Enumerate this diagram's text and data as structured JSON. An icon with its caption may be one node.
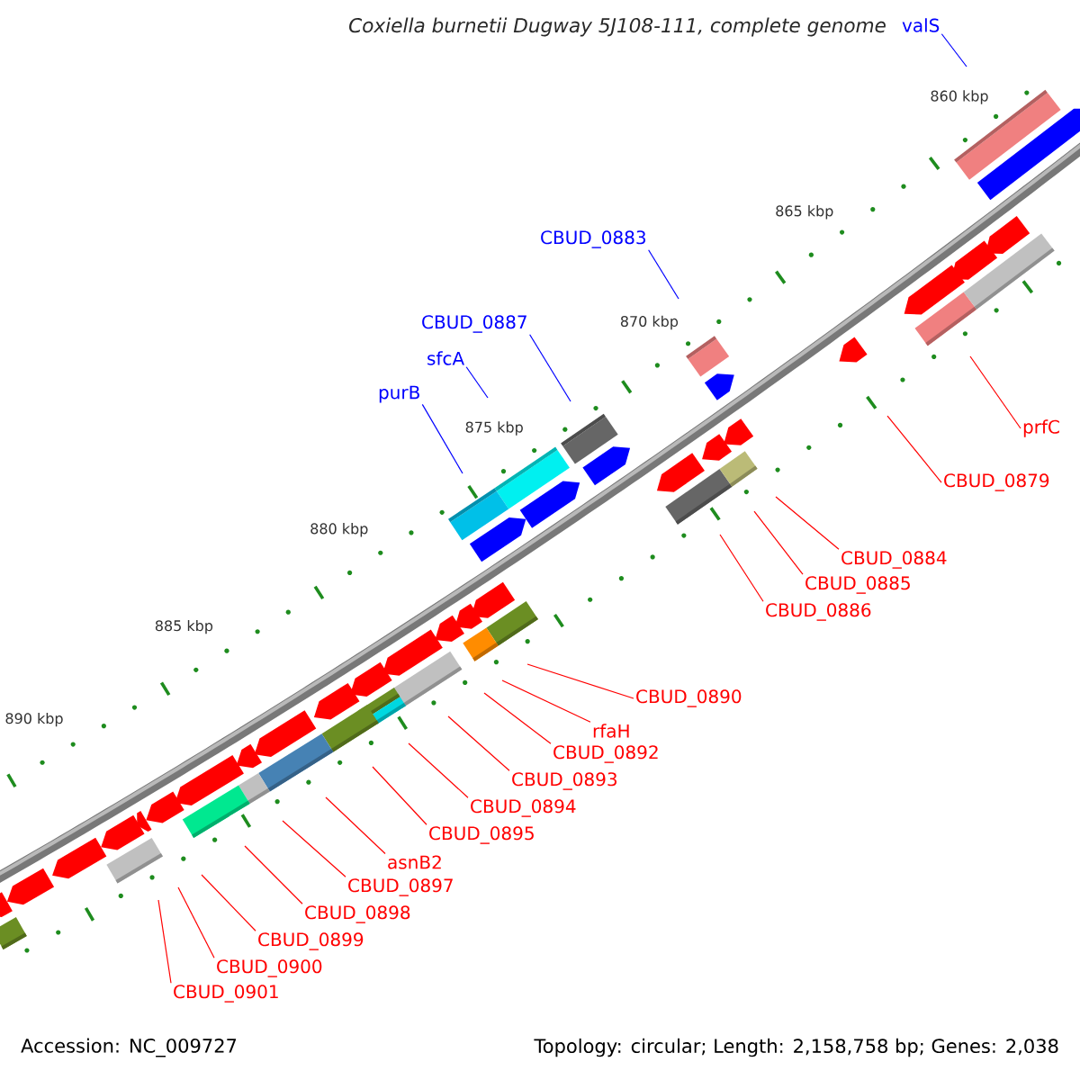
{
  "diagram": {
    "title": "Coxiella burnetii Dugway 5J108-111, complete genome",
    "nodes": [
      {
        "text": [
          "valS"
        ]
      },
      {
        "text": [
          "CBUD_0883"
        ]
      },
      {
        "text": [
          "CBUD_0887"
        ]
      },
      {
        "text": [
          "sfcA"
        ]
      },
      {
        "text": [
          "purB"
        ]
      },
      {
        "text": [
          "prfC"
        ]
      },
      {
        "text": [
          "CBUD_0879"
        ]
      },
      {
        "text": [
          "CBUD_0884"
        ]
      },
      {
        "text": [
          "CBUD_0885"
        ]
      },
      {
        "text": [
          "CBUD_0886"
        ]
      },
      {
        "text": [
          "CBUD_0890"
        ]
      },
      {
        "text": [
          "rfaH"
        ]
      },
      {
        "text": [
          "CBUD_0892"
        ]
      },
      {
        "text": [
          "CBUD_0893"
        ]
      },
      {
        "text": [
          "CBUD_0894"
        ]
      },
      {
        "text": [
          "CBUD_0895"
        ]
      },
      {
        "text": [
          "asnB2"
        ]
      },
      {
        "text": [
          "CBUD_0897"
        ]
      },
      {
        "text": [
          "CBUD_0898"
        ]
      },
      {
        "text": [
          "CBUD_0899"
        ]
      },
      {
        "text": [
          "CBUD_0900"
        ]
      },
      {
        "text": [
          "CBUD_0901"
        ]
      }
    ],
    "edges": [
      {
        "from": 0,
        "to": null,
        "arrow": "none",
        "color": "#0000ff"
      },
      {
        "from": 1,
        "to": null,
        "arrow": "none",
        "color": "#0000ff"
      },
      {
        "from": 2,
        "to": null,
        "arrow": "none",
        "color": "#0000ff"
      },
      {
        "from": 3,
        "to": null,
        "arrow": "none",
        "color": "#0000ff"
      },
      {
        "from": 4,
        "to": null,
        "arrow": "none",
        "color": "#0000ff"
      },
      {
        "from": 5,
        "to": null,
        "arrow": "none"
      },
      {
        "from": 6,
        "to": null,
        "arrow": "none"
      },
      {
        "from": 7,
        "to": null,
        "arrow": "none"
      },
      {
        "from": 8,
        "to": null,
        "arrow": "none"
      },
      {
        "from": 9,
        "to": null,
        "arrow": "none"
      },
      {
        "from": 10,
        "to": null,
        "arrow": "none"
      },
      {
        "from": 11,
        "to": null,
        "arrow": "none"
      },
      {
        "from": 12,
        "to": null,
        "arrow": "none"
      },
      {
        "from": 13,
        "to": null,
        "arrow": "none"
      },
      {
        "from": 14,
        "to": null,
        "arrow": "none"
      },
      {
        "from": 15,
        "to": null,
        "arrow": "none"
      },
      {
        "from": 16,
        "to": null,
        "arrow": "none"
      },
      {
        "from": 17,
        "to": null,
        "arrow": "none"
      },
      {
        "from": 18,
        "to": null,
        "arrow": "none"
      },
      {
        "from": 19,
        "to": null,
        "arrow": "none"
      },
      {
        "from": 20,
        "to": null,
        "arrow": "none"
      },
      {
        "from": 21,
        "to": null,
        "arrow": "none"
      }
    ],
    "labels": [
      "860 kbp",
      "865 kbp",
      "870 kbp",
      "875 kbp",
      "880 kbp",
      "885 kbp",
      "890 kbp",
      "Accession: NC_009727",
      "Topology: circular; Length: 2,158,758 bp; Genes: 2,038"
    ]
  }
}
